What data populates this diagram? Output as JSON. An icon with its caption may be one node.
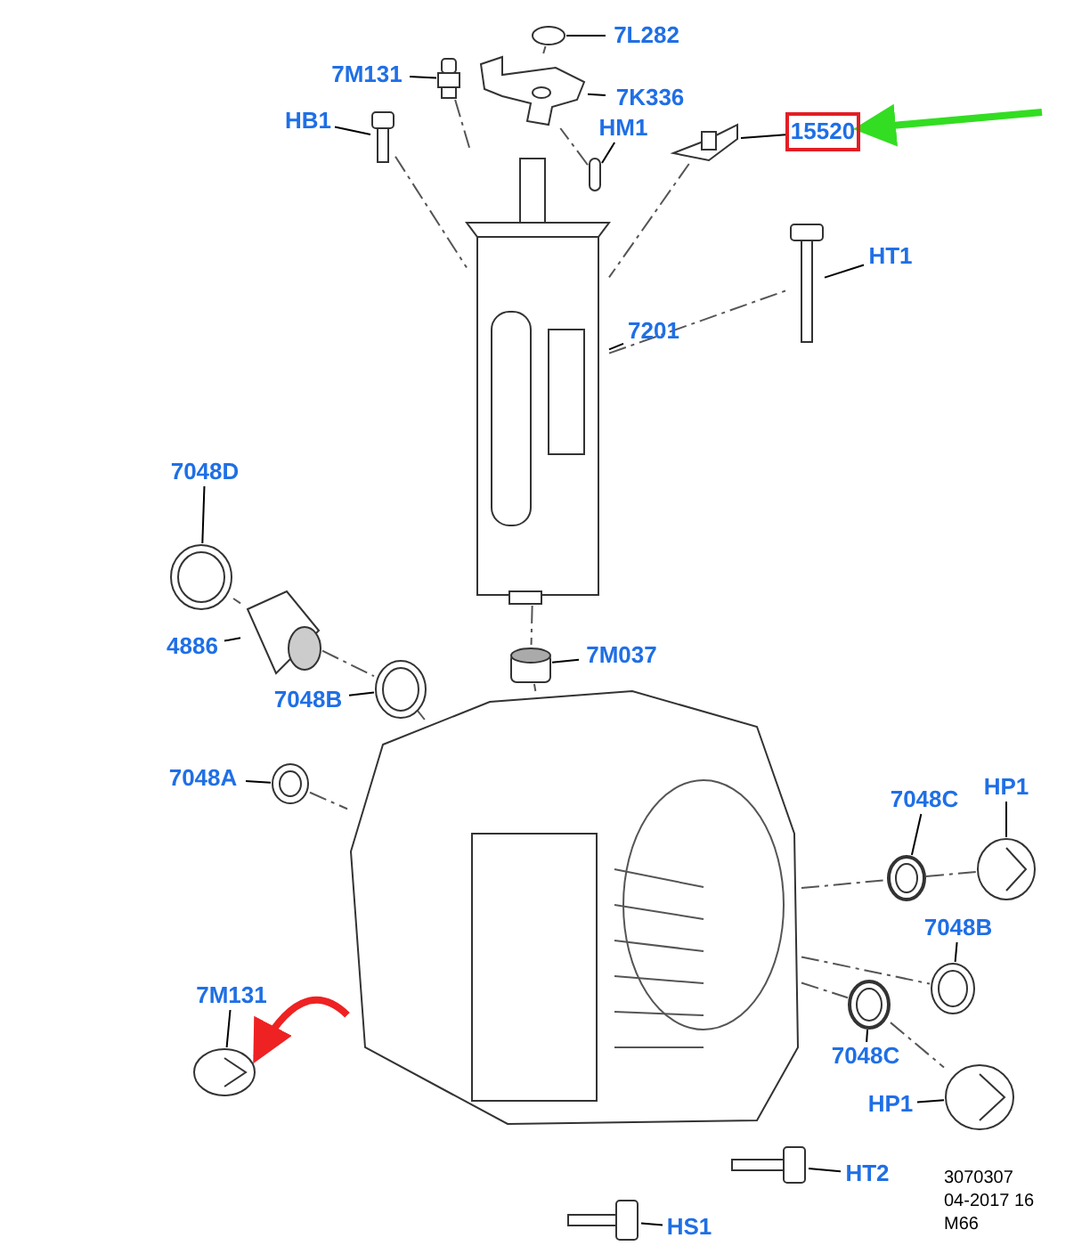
{
  "diagram": {
    "nodes": [
      {
        "text": [
          "7L282"
        ]
      },
      {
        "text": [],
        "shape": "circle"
      },
      {
        "text": [
          "7M131"
        ]
      },
      {
        "text": [],
        "shape": "picture"
      },
      {
        "text": [
          "7K336"
        ]
      },
      {
        "text": [],
        "shape": "picture"
      },
      {
        "text": [
          "HB1"
        ]
      },
      {
        "text": [],
        "shape": "picture"
      },
      {
        "text": [
          "HM1"
        ]
      },
      {
        "text": [],
        "shape": "box"
      },
      {
        "text": [
          "15520"
        ]
      },
      {
        "text": [],
        "shape": "picture"
      },
      {
        "text": [
          "HT1"
        ]
      },
      {
        "text": [],
        "shape": "picture"
      },
      {
        "text": [
          "7201"
        ]
      },
      {
        "text": [],
        "shape": "picture"
      },
      {
        "text": [
          "7048D"
        ]
      },
      {
        "text": [],
        "shape": "picture"
      },
      {
        "text": [
          "4886"
        ]
      },
      {
        "text": [],
        "shape": "picture"
      },
      {
        "text": [
          "7048B"
        ]
      },
      {
        "text": [],
        "shape": "picture"
      },
      {
        "text": [
          "7M037"
        ]
      },
      {
        "text": [],
        "shape": "cylinder"
      },
      {
        "text": [
          "7048A"
        ]
      },
      {
        "text": [],
        "shape": "picture"
      },
      {
        "text": [
          "7048C"
        ]
      },
      {
        "text": [],
        "shape": "picture"
      },
      {
        "text": [
          "HP1"
        ]
      },
      {
        "text": [],
        "shape": "picture"
      },
      {
        "text": [
          "7048B"
        ]
      },
      {
        "text": [],
        "shape": "picture"
      },
      {
        "text": [
          "7048C"
        ]
      },
      {
        "text": [],
        "shape": "picture"
      },
      {
        "text": [
          "HP1"
        ]
      },
      {
        "text": [],
        "shape": "picture"
      },
      {
        "text": [
          "7M131"
        ]
      },
      {
        "text": [],
        "shape": "picture"
      },
      {
        "text": [
          "HT2"
        ]
      },
      {
        "text": [],
        "shape": "picture"
      },
      {
        "text": [
          "HS1"
        ]
      },
      {
        "text": [],
        "shape": "picture"
      },
      {
        "text": [],
        "shape": "picture"
      }
    ],
    "edges": [
      {
        "from": 0,
        "to": 1,
        "arrow": "none"
      },
      {
        "from": 2,
        "to": 3,
        "arrow": "none"
      },
      {
        "from": 4,
        "to": 5,
        "arrow": "none"
      },
      {
        "from": 6,
        "to": 7,
        "arrow": "none"
      },
      {
        "from": 8,
        "to": 9,
        "arrow": "none"
      },
      {
        "from": 10,
        "to": 11,
        "arrow": "none"
      },
      {
        "from": 12,
        "to": 13,
        "arrow": "none"
      },
      {
        "from": 14,
        "to": 15,
        "arrow": "none"
      },
      {
        "from": 16,
        "to": 17,
        "arrow": "none"
      },
      {
        "from": 18,
        "to": 19,
        "arrow": "none"
      },
      {
        "from": 20,
        "to": 21,
        "arrow": "none"
      },
      {
        "from": 22,
        "to": 23,
        "arrow": "none"
      },
      {
        "from": 24,
        "to": 25,
        "arrow": "none"
      },
      {
        "from": 26,
        "to": 27,
        "arrow": "none"
      },
      {
        "from": 28,
        "to": 29,
        "arrow": "none"
      },
      {
        "from": 30,
        "to": 31,
        "arrow": "none"
      },
      {
        "from": 32,
        "to": 33,
        "arrow": "none"
      },
      {
        "from": 34,
        "to": 35,
        "arrow": "none"
      },
      {
        "from": 36,
        "to": 37,
        "arrow": "none"
      },
      {
        "from": 38,
        "to": 39,
        "arrow": "none"
      },
      {
        "from": 40,
        "to": 41,
        "arrow": "none"
      },
      {
        "from": null,
        "to": 10,
        "arrow": "to",
        "style": "thick",
        "color": "#33dd22"
      },
      {
        "from": 42,
        "to": 37,
        "arrow": "to",
        "style": "thick",
        "color": "#ee2222"
      },
      {
        "from": 1,
        "to": 5,
        "arrow": "none",
        "style": "dashed"
      },
      {
        "from": 3,
        "to": 15,
        "arrow": "none",
        "style": "dashed"
      },
      {
        "from": 7,
        "to": 15,
        "arrow": "none",
        "style": "dashed"
      },
      {
        "from": 9,
        "to": 5,
        "arrow": "none",
        "style": "dashed"
      },
      {
        "from": 11,
        "to": 15,
        "arrow": "none",
        "style": "dashed"
      },
      {
        "from": 15,
        "to": 13,
        "arrow": "none",
        "style": "dashed"
      },
      {
        "from": 17,
        "to": 19,
        "arrow": "none",
        "style": "dashed"
      },
      {
        "from": 19,
        "to": 21,
        "arrow": "none",
        "style": "dashed"
      },
      {
        "from": 21,
        "to": 42,
        "arrow": "none",
        "style": "dashed"
      },
      {
        "from": 15,
        "to": 23,
        "arrow": "none",
        "style": "dashed"
      },
      {
        "from": 23,
        "to": 42,
        "arrow": "none",
        "style": "dashed"
      },
      {
        "from": 25,
        "to": 42,
        "arrow": "none",
        "style": "dashed"
      },
      {
        "from": 42,
        "to": 27,
        "arrow": "none",
        "style": "dashed"
      },
      {
        "from": 27,
        "to": 29,
        "arrow": "none",
        "style": "dashed"
      },
      {
        "from": 42,
        "to": 31,
        "arrow": "none",
        "style": "dashed"
      },
      {
        "from": 42,
        "to": 33,
        "arrow": "none",
        "style": "dashed"
      },
      {
        "from": 33,
        "to": 35,
        "arrow": "none",
        "style": "dashed"
      }
    ],
    "labels": [
      "3070307",
      "04-2017 16",
      "M66"
    ]
  }
}
